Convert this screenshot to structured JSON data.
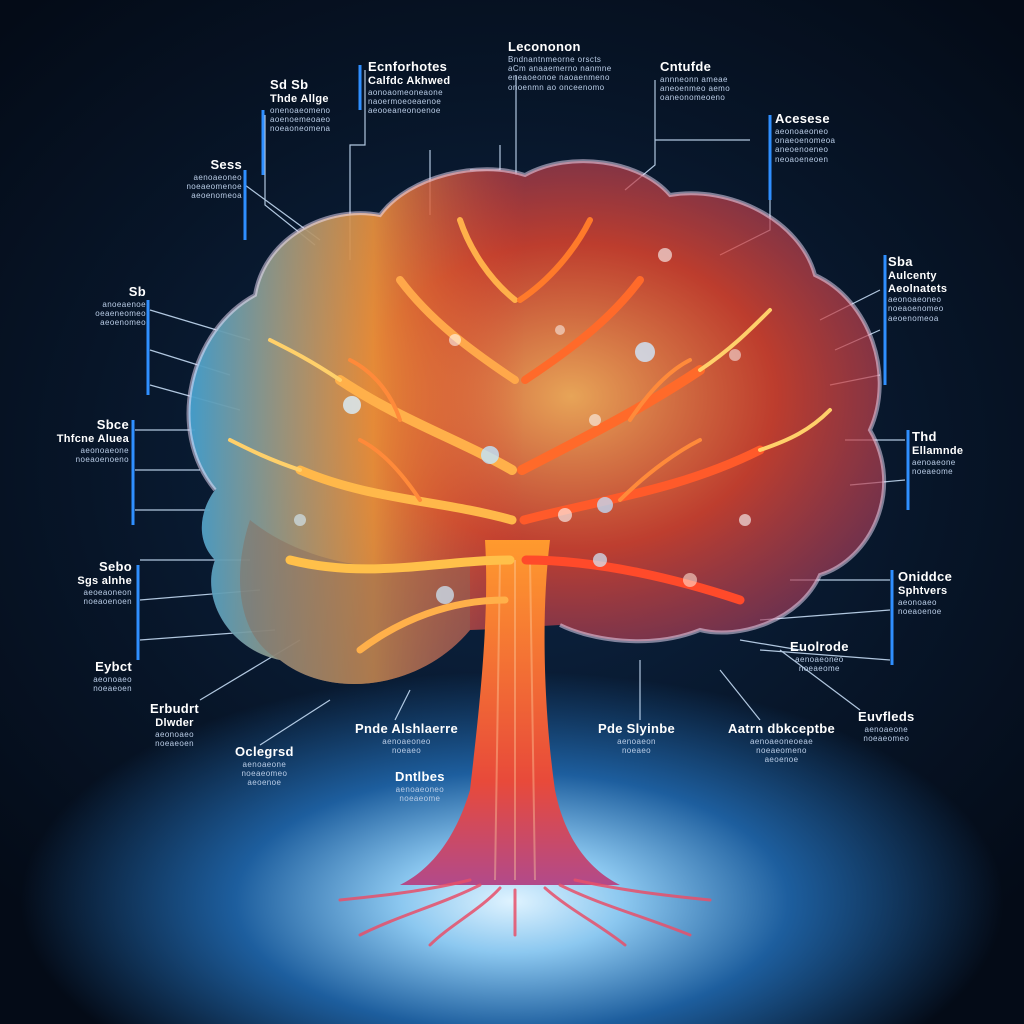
{
  "labels": {
    "top_center": {
      "title": "Lecononon",
      "lines": [
        "Bndnantnmeorne orscts",
        "aCm anaaemerno nanmne",
        "eneaoeonoe naoaenmeno",
        "onoenmn ao onceenomo"
      ]
    },
    "top_left_a": {
      "title": "Ecnforhotes",
      "sub": "Calfdc Akhwed",
      "lines": [
        "aonoaomeoneaone",
        "naoermoeoeaenoe",
        "aeooeaneonoenoe"
      ]
    },
    "top_left_b": {
      "title": "Sd Sb",
      "sub": "Thde Allge",
      "lines": [
        "onenoaeomeno",
        "aoenoemeoaeo",
        "noeaoneomena"
      ]
    },
    "top_right_a": {
      "title": "Cntufde",
      "lines": [
        "annneonn ameae",
        "aneoenmeo aemo",
        "oaneonomeoeno"
      ]
    },
    "top_right_b": {
      "title": "Acesese",
      "lines": [
        "aeonoaeoneo",
        "onaeoenomeoa",
        "aneoenoeneo",
        "neoaoeneoen"
      ]
    },
    "left_1": {
      "title": "Sess",
      "lines": [
        "aenoaeoneo",
        "noeaeomenoe",
        "aeoenomeoa"
      ]
    },
    "left_2": {
      "title": "Sb",
      "lines": [
        "anoeaenoe",
        "oeaeneomeo",
        "aeoenomeo"
      ]
    },
    "left_3": {
      "title": "Sbce",
      "sub": "Thfcne Aluea",
      "lines": [
        "aeonoaeone",
        "noeaoenoeno"
      ]
    },
    "left_4": {
      "title": "Sebo",
      "sub": "Sgs alnhe",
      "lines": [
        "aeoeaoneon",
        "noeaoenoen"
      ]
    },
    "left_5": {
      "title": "Eybct",
      "lines": [
        "aeonoaeo",
        "noeaeoen"
      ]
    },
    "right_1": {
      "title": "Sba",
      "sub": "Aulcenty Aeolnatets",
      "lines": [
        "aeonoaeoneo",
        "noeaoenomeo",
        "aeoenomeoa"
      ]
    },
    "right_2": {
      "title": "Thd",
      "sub": "Ellamnde",
      "lines": [
        "aenoaeone",
        "noeaeome"
      ]
    },
    "right_3": {
      "title": "Oniddce",
      "sub": "Sphtvers",
      "lines": [
        "aeonoaeo",
        "noeaoenoe"
      ]
    },
    "bottom_1": {
      "title": "Erbudrt",
      "sub": "Dlwder",
      "lines": [
        "aeonoaeo",
        "noeaeoen"
      ]
    },
    "bottom_2": {
      "title": "Oclegrsd",
      "lines": [
        "aenoaeone",
        "noeaeomeo",
        "aeoenoe"
      ]
    },
    "bottom_3": {
      "title": "Pnde Alshlaerre",
      "lines": [
        "aenoaeoneo",
        "noeaeo"
      ]
    },
    "bottom_4": {
      "title": "Dntlbes",
      "lines": [
        "aenoaeoneo",
        "noeaeome"
      ]
    },
    "bottom_5": {
      "title": "Pde Slyinbe",
      "lines": [
        "aenoaeon",
        "noeaeo"
      ]
    },
    "bottom_6": {
      "title": "Aatrn dbkceptbe",
      "lines": [
        "aenoaeoneoeae",
        "noeaeomeno",
        "aeoenoe"
      ]
    },
    "bottom_7": {
      "title": "Euolrode",
      "lines": [
        "aenoaeoneo",
        "noeaeome"
      ]
    },
    "bottom_8": {
      "title": "Euvfleds",
      "lines": [
        "aenoaeone",
        "noeaeomeo"
      ]
    }
  },
  "colors": {
    "trunk_warm": "#ff9a2e",
    "trunk_hot": "#ff4b2b",
    "brain_cool": "#3fa7d6",
    "brain_warm": "#e8452c",
    "connector": "#cfe6ff",
    "accent_blue": "#2f8fff"
  }
}
